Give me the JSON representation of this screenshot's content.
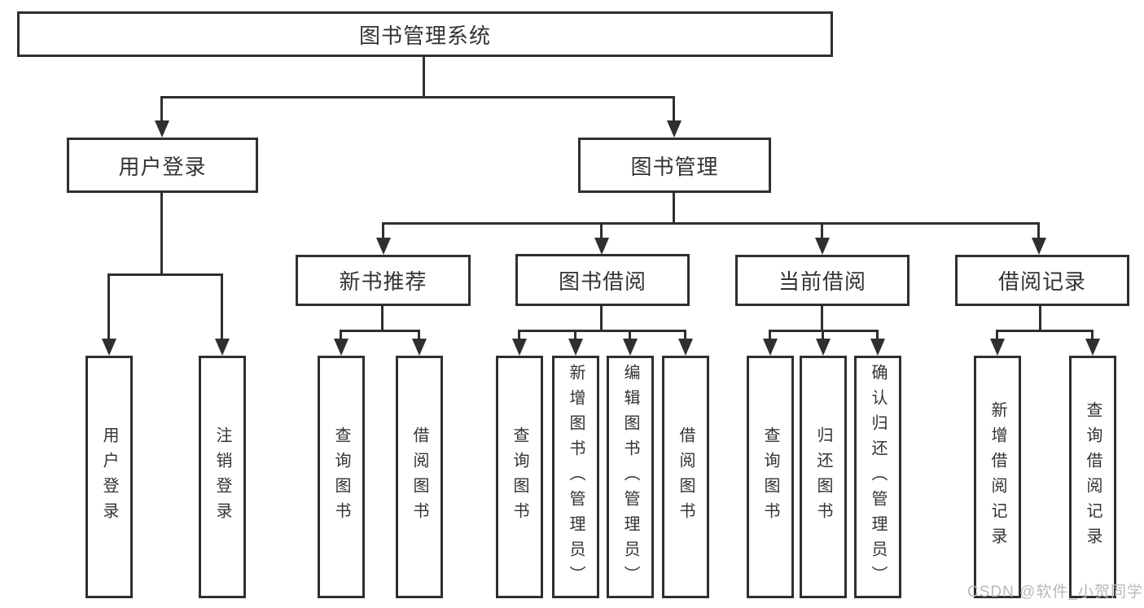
{
  "diagram": {
    "title": "图书管理系统",
    "nodes": {
      "root": "图书管理系统",
      "user_login": "用户登录",
      "book_mgmt": "图书管理",
      "new_books": "新书推荐",
      "book_borrow": "图书借阅",
      "current_borrow": "当前借阅",
      "borrow_records": "借阅记录",
      "leaf_user_login": "用户登录",
      "leaf_logout": "注销登录",
      "leaf_query_books_1": "查询图书",
      "leaf_borrow_books_1": "借阅图书",
      "leaf_query_books_2": "查询图书",
      "leaf_add_books_admin": "新增图书（管理员）",
      "leaf_edit_books_admin": "编辑图书（管理员）",
      "leaf_borrow_books_2": "借阅图书",
      "leaf_query_books_3": "查询图书",
      "leaf_return_books": "归还图书",
      "leaf_confirm_return_admin": "确认归还（管理员）",
      "leaf_add_borrow_record": "新增借阅记录",
      "leaf_query_borrow_record": "查询借阅记录"
    },
    "hierarchy": {
      "图书管理系统": {
        "用户登录": [
          "用户登录",
          "注销登录"
        ],
        "图书管理": {
          "新书推荐": [
            "查询图书",
            "借阅图书"
          ],
          "图书借阅": [
            "查询图书",
            "新增图书（管理员）",
            "编辑图书（管理员）",
            "借阅图书"
          ],
          "当前借阅": [
            "查询图书",
            "归还图书",
            "确认归还（管理员）"
          ],
          "借阅记录": [
            "新增借阅记录",
            "查询借阅记录"
          ]
        }
      }
    },
    "colors": {
      "line": "#2f2f2f",
      "box_background": "#ffffff",
      "text": "#333333"
    }
  },
  "watermark": {
    "text": "CSDN @软件_小贺同学",
    "color": "#b9b9b9"
  }
}
